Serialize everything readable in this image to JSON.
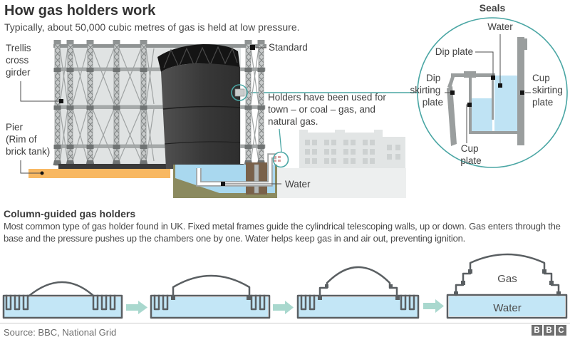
{
  "header": {
    "title": "How gas holders work",
    "subtitle": "Typically, about 50,000 cubic metres of gas is held at low pressure."
  },
  "main_diagram": {
    "label_trellis": [
      "Trellis",
      "cross",
      "girder"
    ],
    "label_pier": [
      "Pier",
      "(Rim of",
      "brick tank)"
    ],
    "label_standard": "Standard",
    "note_holders": [
      "Holders have been used for",
      "town – or coal – gas, and",
      "natural gas."
    ],
    "label_water": "Water"
  },
  "seals_detail": {
    "title": "Seals",
    "label_water": "Water",
    "label_dip_plate": "Dip plate",
    "label_dip_skirting": [
      "Dip",
      "skirting",
      "plate"
    ],
    "label_cup_skirting": [
      "Cup",
      "skirting",
      "plate"
    ],
    "label_cup_plate": [
      "Cup",
      "plate"
    ]
  },
  "column_section": {
    "heading": "Column-guided gas holders",
    "body": "Most common type of gas holder found in UK. Fixed metal frames guide the cylindrical telescoping walls, up or down. Gas enters through the base and the pressure pushes up the chambers one by one. Water helps keep gas in and air out, preventing ignition."
  },
  "stages_diagram": {
    "label_gas": "Gas",
    "label_water": "Water"
  },
  "footer": {
    "source": "Source: BBC, National Grid",
    "logo": [
      "B",
      "B",
      "C"
    ]
  },
  "colors": {
    "accent_teal": "#4AA6A4",
    "water_blue": "#BFE3F4",
    "water_blue_light": "#C3E6F6",
    "pier_orange": "#F8B862",
    "bell_dark": "#3B3B3B",
    "frame_grey": "#9A9E9E",
    "olive_tank": "#8B8A5F",
    "earth_brown": "#79614A",
    "arrow_green": "#A9D8CE",
    "text_dark": "#3F3F3F"
  }
}
